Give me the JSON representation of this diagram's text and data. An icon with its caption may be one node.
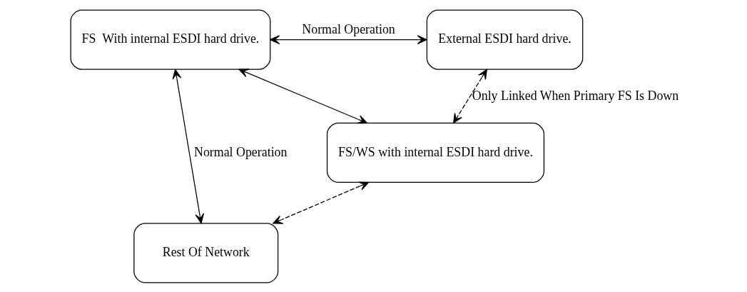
{
  "diagram": {
    "nodes": [
      {
        "text": [
          "FS  With internal ESDI hard drive."
        ]
      },
      {
        "text": [
          "External ESDI hard drive."
        ]
      },
      {
        "text": [
          "FS/WS with internal ESDI hard drive."
        ]
      },
      {
        "text": [
          "Rest Of Network"
        ]
      }
    ],
    "edges": [
      {
        "from": 0,
        "to": 1,
        "arrow": "both",
        "label": "Normal Operation"
      },
      {
        "from": 3,
        "to": 0,
        "arrow": "both",
        "label": "Normal Operation"
      },
      {
        "from": 0,
        "to": 2,
        "arrow": "both"
      },
      {
        "from": 1,
        "to": 2,
        "arrow": "both",
        "style": "dashed",
        "label": "Only Linked When Primary FS Is Down"
      },
      {
        "from": 2,
        "to": 3,
        "arrow": "both",
        "style": "dashed"
      }
    ]
  }
}
